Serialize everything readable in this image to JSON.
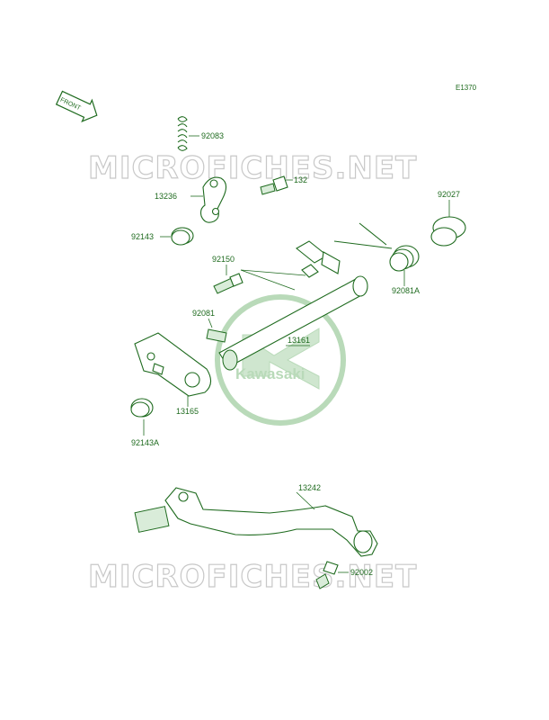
{
  "diagram": {
    "code": "E1370",
    "front_label": "FRONT",
    "brand": "Kawasaki",
    "watermark_text": "MICROFICHES.NET",
    "colors": {
      "line": "#1f6b1f",
      "fill": "#d9ecd9",
      "watermark": "#c8c8c8",
      "brand": "#b9dab9"
    },
    "part_numbers": {
      "p92083": "92083",
      "p13236": "13236",
      "p132": "132",
      "p92027": "92027",
      "p92143": "92143",
      "p92150": "92150",
      "p92081": "92081",
      "p92081a": "92081A",
      "p13161": "13161",
      "p13165": "13165",
      "p92143a": "92143A",
      "p13242": "13242",
      "p92002": "92002"
    }
  }
}
